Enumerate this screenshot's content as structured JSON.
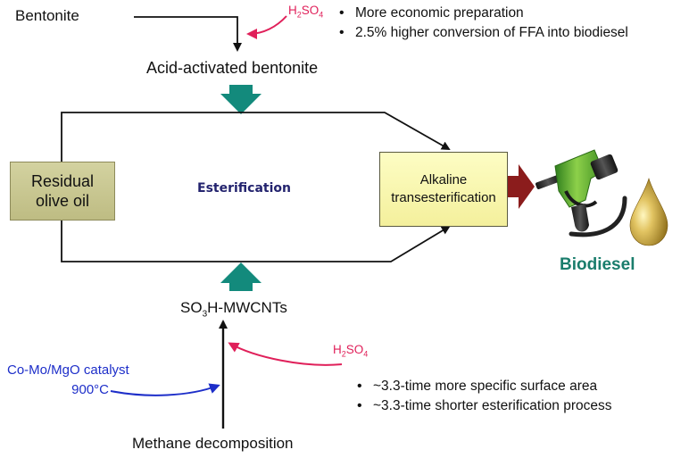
{
  "inputs": {
    "bentonite": "Bentonite",
    "acid_activated": "Acid-activated bentonite",
    "methane": "Methane decomposition",
    "catalyst_line1": "Co-Mo/MgO catalyst",
    "catalyst_line2": "900°C"
  },
  "reagents": {
    "h2so4_top": {
      "a": "H",
      "b": "2",
      "c": "SO",
      "d": "4"
    },
    "h2so4_bottom": {
      "a": "H",
      "b": "2",
      "c": "SO",
      "d": "4"
    }
  },
  "mwcnt": {
    "a": "SO",
    "b": "3",
    "c": "H-MWCNTs"
  },
  "boxes": {
    "olive_line1": "Residual",
    "olive_line2": "olive oil",
    "alkaline_line1": "Alkaline",
    "alkaline_line2": "transesterification"
  },
  "process": {
    "esterification": "Esterification"
  },
  "product": {
    "biodiesel": "Biodiesel"
  },
  "top_bullets": [
    "More economic preparation",
    "2.5% higher conversion of FFA into biodiesel"
  ],
  "bottom_bullets": [
    "~3.3-time more specific surface area",
    "~3.3-time shorter esterification process"
  ],
  "colors": {
    "teal_arrow": "#138a7c",
    "dark_red_arrow": "#8b1c1c",
    "pink": "#e0205a",
    "blue": "#1d2ec9",
    "biodiesel_text": "#1a7d6c",
    "esterification_text": "#23236e"
  },
  "icons": [
    "fuel-nozzle-icon",
    "oil-drop-icon"
  ]
}
